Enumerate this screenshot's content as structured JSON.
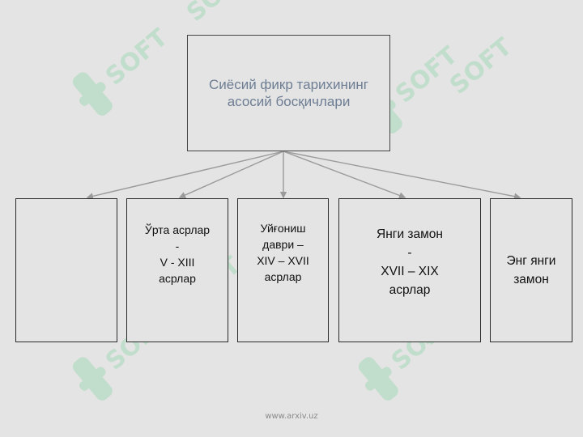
{
  "diagram": {
    "title_lines": [
      "Сиёсий фикр тарихининг",
      "асосий босқичлари"
    ],
    "stages": [
      {
        "lines": []
      },
      {
        "lines": [
          "Ўрта асрлар",
          "-",
          "V - XIII",
          "асрлар"
        ]
      },
      {
        "lines": [
          "Уйғониш",
          "даври –",
          "XIV – XVII",
          "асрлар"
        ]
      },
      {
        "lines": [
          "Янги замон",
          "-",
          "XVII – XIX",
          "асрлар"
        ]
      },
      {
        "lines": [
          "Энг янги",
          "замон"
        ]
      }
    ]
  },
  "footer": {
    "url": "www.arxiv.uz"
  },
  "watermark": {
    "text": "SOFT",
    "icon": "soft-logo-icon",
    "color": "#9ed3b3"
  },
  "colors": {
    "title": "#6d7d93",
    "border": "#2a2a2a",
    "connector": "#9a9a9a"
  }
}
